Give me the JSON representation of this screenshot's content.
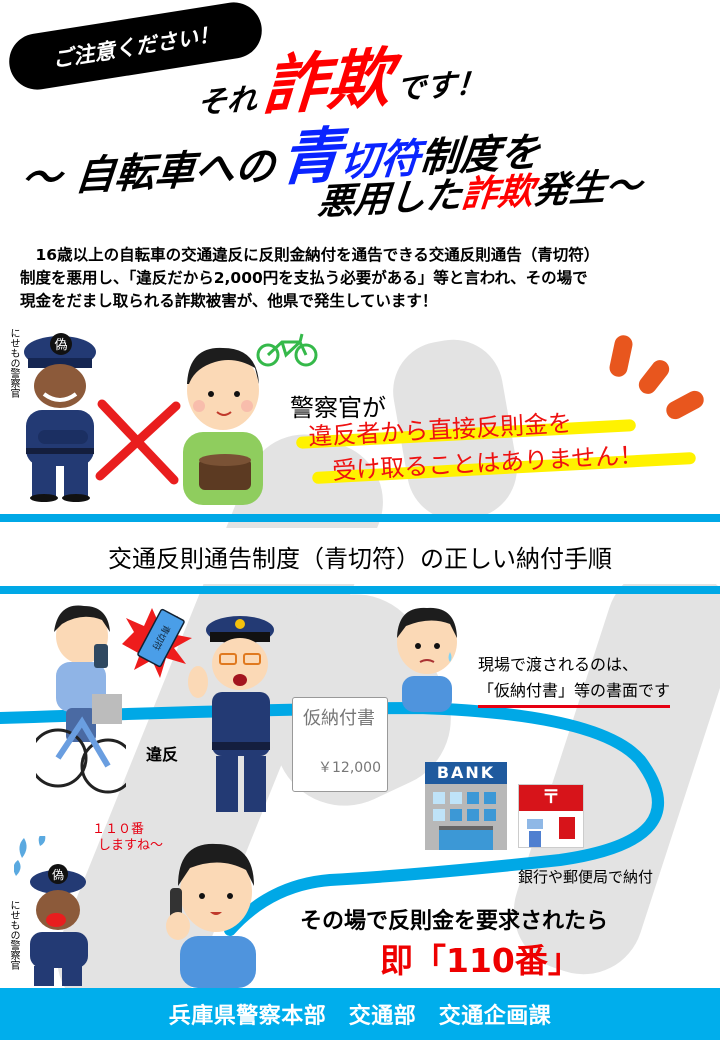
{
  "header": {
    "caution": "ご注意ください！",
    "line1_prefix": "それ",
    "line1_emph": "詐欺",
    "line1_suffix": "です！",
    "line2_prefix": "〜 自転車への",
    "line2_blue_big": "青",
    "line2_blue": "切符",
    "line2_suffix": "制度を",
    "line3_prefix": "悪用した",
    "line3_emph": "詐欺",
    "line3_suffix": "発生〜"
  },
  "intro": {
    "lines": [
      "　16歳以上の自転車の交通違反に反則金納付を通告できる交通反則通告（青切符）",
      "制度を悪用し、「違反だから2,000円を支払う必要がある」等と言われ、その場で",
      "現金をだまし取られる詐欺被害が、他県で発生しています！"
    ]
  },
  "warning": {
    "fake_officer_label": "にせもの警察官",
    "fake_badge": "偽",
    "title": "警察官が",
    "line1": "違反者から直接反則金を",
    "line2": "受け取ることはありません！"
  },
  "procedure": {
    "section_title": "交通反則通告制度（青切符）の正しい納付手順",
    "ticket_label": "青切符",
    "violation_label": "違反",
    "paper_title": "仮納付書",
    "paper_amount": "￥12,000",
    "note_line1": "現場で渡されるのは、",
    "note_line2": "「仮納付書」等の書面です",
    "bank_sign": "BANK",
    "post_mark": "〒",
    "payment_label": "銀行や郵便局で納付",
    "call_bubble_line1": "１１０番",
    "call_bubble_line2": "しますね〜",
    "fake_officer_label": "にせもの警察官",
    "fake_badge": "偽",
    "demand_text": "その場で反則金を要求されたら",
    "call_text": "即「110番」"
  },
  "footer": {
    "org": "兵庫県警察本部　交通部　交通企画課"
  },
  "colors": {
    "accent_blue": "#00aeec",
    "alert_red": "#ff0000",
    "title_blue": "#0a24ff",
    "highlight_yellow": "#fff200",
    "dash_orange": "#e8561e"
  }
}
